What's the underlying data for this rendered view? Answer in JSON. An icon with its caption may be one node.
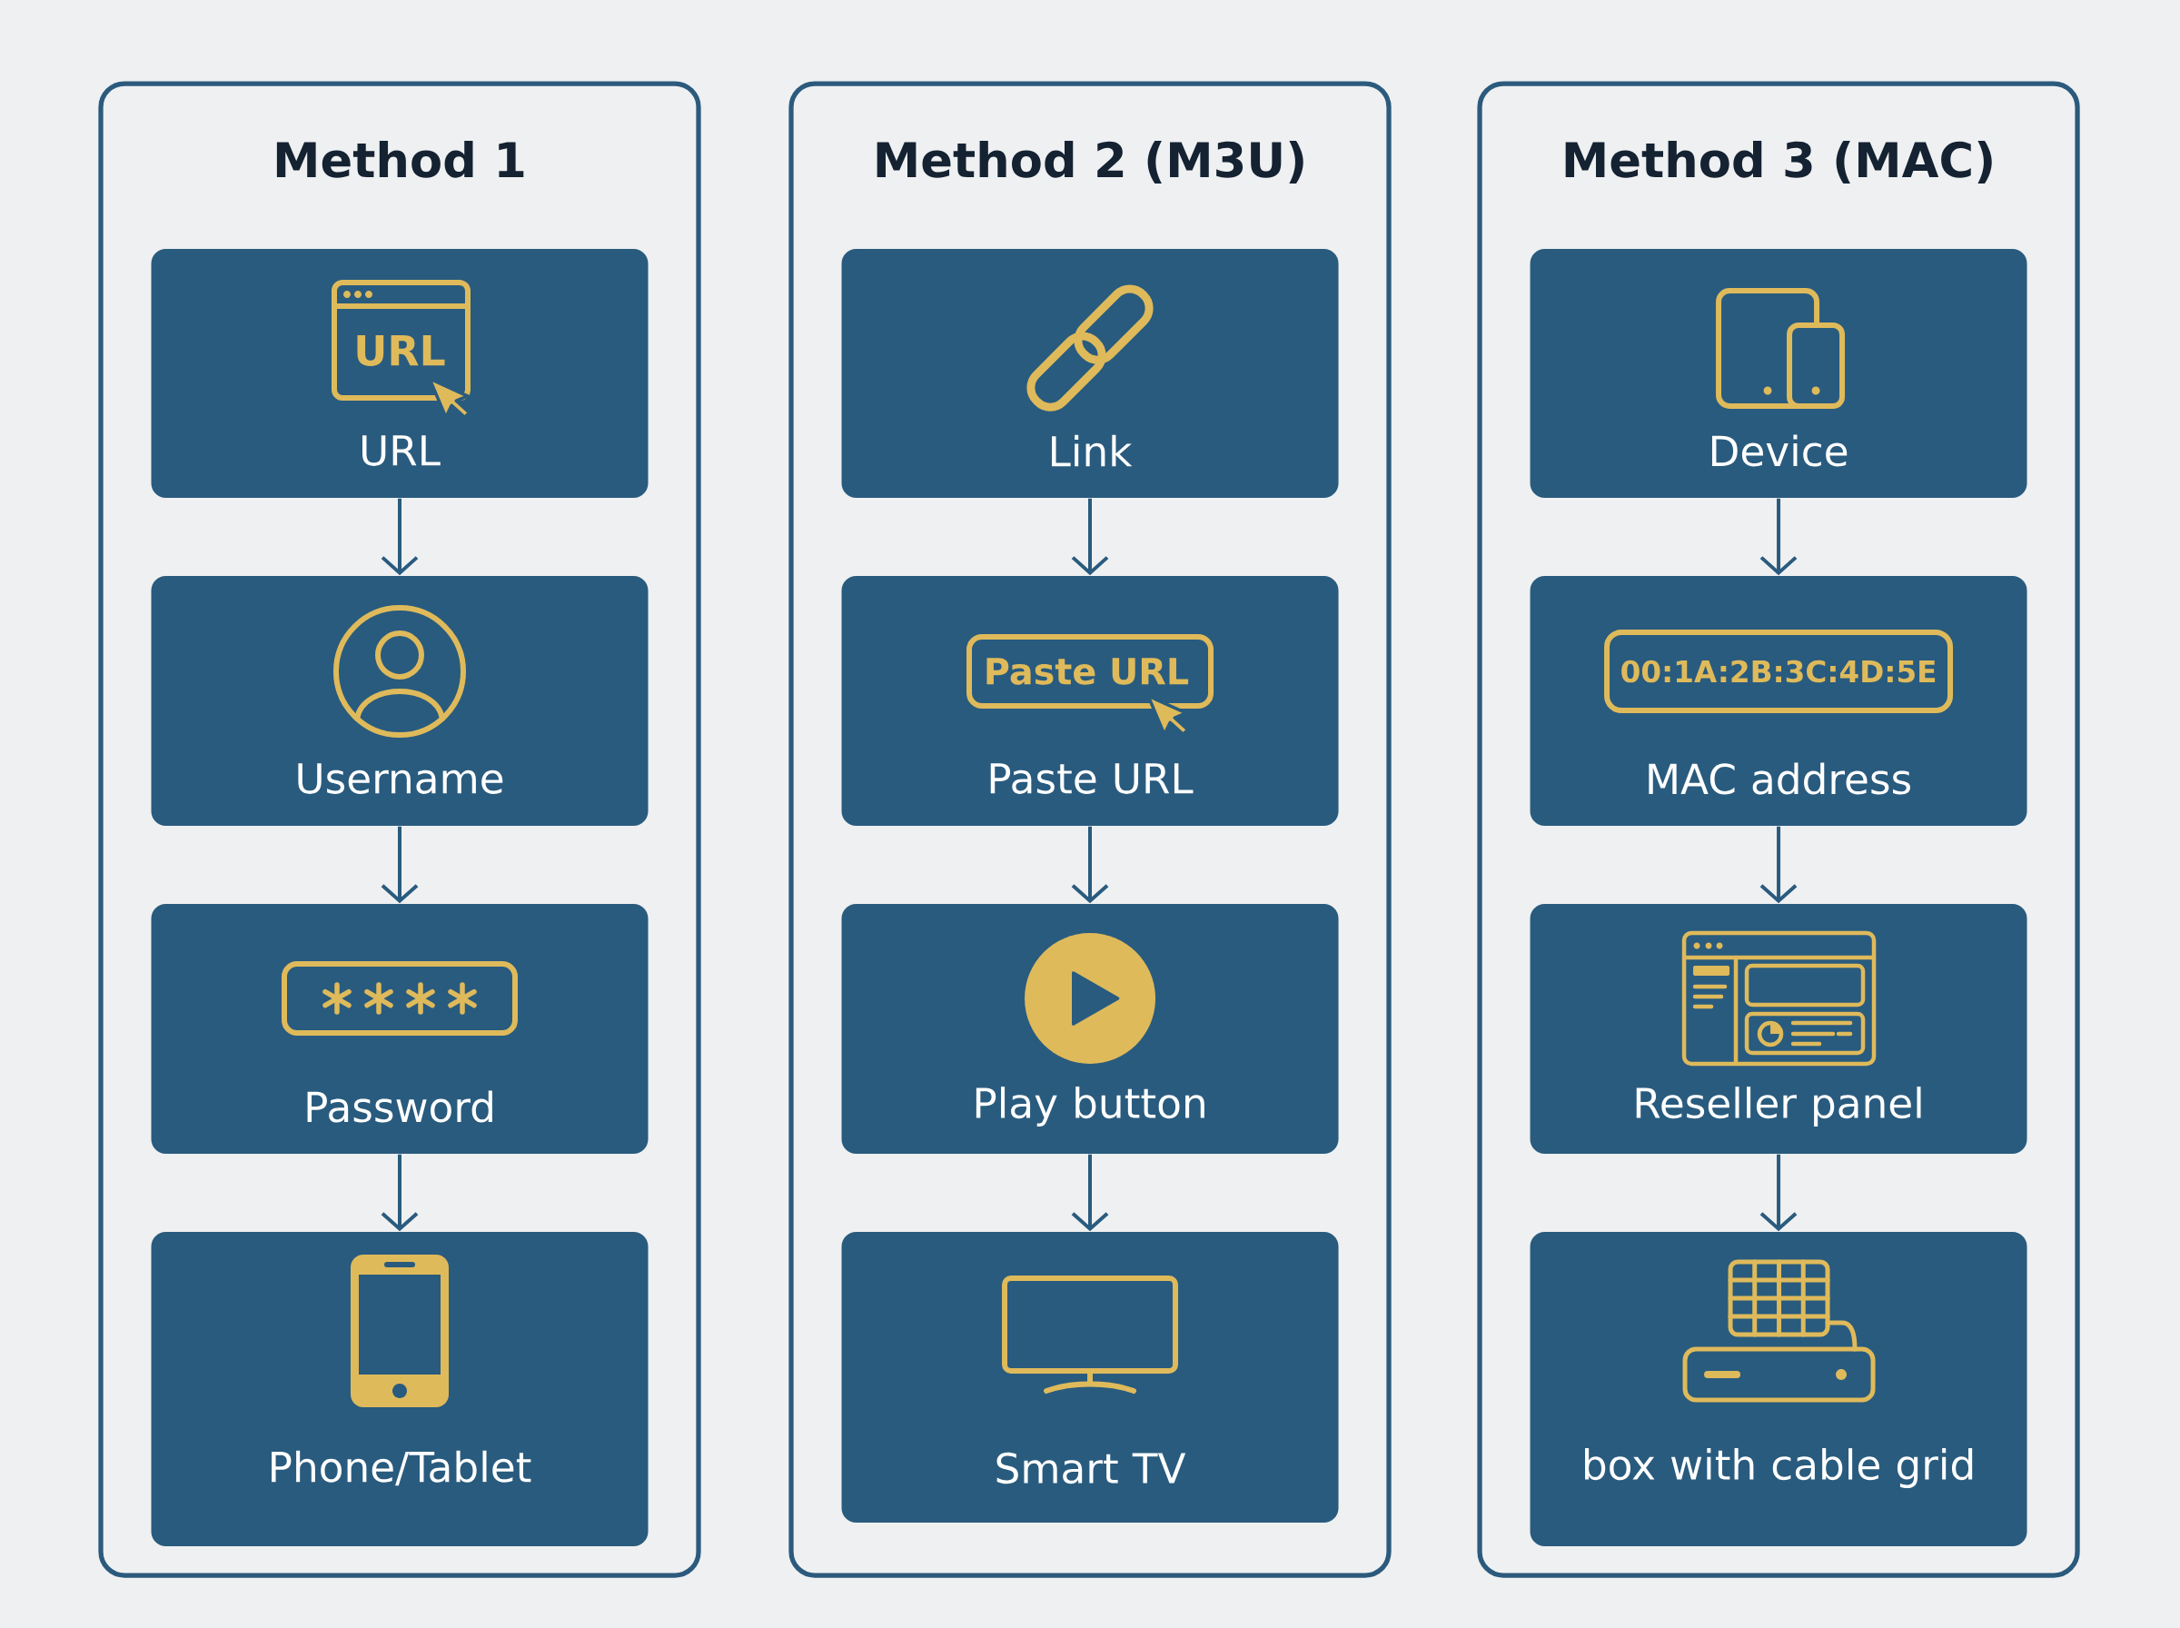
{
  "diagram": {
    "nodes": [
      {
        "text": [
          "Method 1"
        ]
      },
      {
        "text": [
          "URL",
          "URL"
        ],
        "in": 0
      },
      {
        "text": [
          "Username"
        ],
        "in": 0
      },
      {
        "text": [
          "Password"
        ],
        "in": 0
      },
      {
        "text": [
          "Phone/Tablet"
        ],
        "in": 0
      },
      {
        "text": [
          "Method 2 (M3U)"
        ]
      },
      {
        "text": [
          "Link"
        ],
        "in": 5
      },
      {
        "text": [
          "Paste URL",
          "Paste URL"
        ],
        "in": 5
      },
      {
        "text": [
          "Play button"
        ],
        "in": 5
      },
      {
        "text": [
          "Smart TV"
        ],
        "in": 5
      },
      {
        "text": [
          "Method 3 (MAC)"
        ]
      },
      {
        "text": [
          "Device"
        ],
        "in": 10
      },
      {
        "text": [
          "00:1A:2B:3C:4D:5E",
          "MAC address"
        ],
        "in": 10
      },
      {
        "text": [
          "Reseller panel"
        ],
        "in": 10
      },
      {
        "text": [
          "box with cable grid"
        ],
        "in": 10
      }
    ],
    "edges": [
      {
        "from": 1,
        "to": 2,
        "arrow": "to"
      },
      {
        "from": 2,
        "to": 3,
        "arrow": "to"
      },
      {
        "from": 3,
        "to": 4,
        "arrow": "to"
      },
      {
        "from": 6,
        "to": 7,
        "arrow": "to"
      },
      {
        "from": 7,
        "to": 8,
        "arrow": "to"
      },
      {
        "from": 8,
        "to": 9,
        "arrow": "to"
      },
      {
        "from": 11,
        "to": 12,
        "arrow": "to"
      },
      {
        "from": 12,
        "to": 13,
        "arrow": "to"
      },
      {
        "from": 13,
        "to": 14,
        "arrow": "to"
      }
    ]
  }
}
